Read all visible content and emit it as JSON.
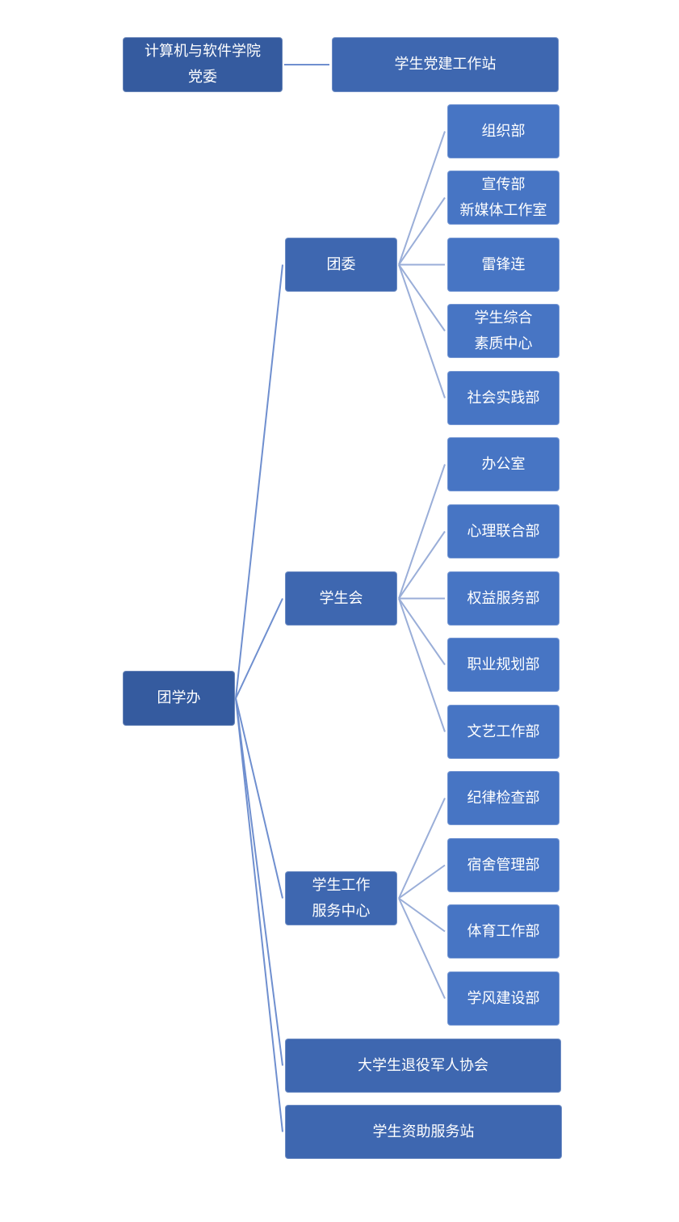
{
  "root": {
    "label": "计算机与软件学院\n党委"
  },
  "party_station": {
    "label": "学生党建工作站"
  },
  "office": {
    "label": "团学办"
  },
  "branches": [
    {
      "label": "团委",
      "children": [
        "组织部",
        "宣传部\n新媒体工作室",
        "雷锋连",
        "学生综合\n素质中心",
        "社会实践部"
      ]
    },
    {
      "label": "学生会",
      "children": [
        "办公室",
        "心理联合部",
        "权益服务部",
        "职业规划部",
        "文艺工作部"
      ]
    },
    {
      "label": "学生工作\n服务中心",
      "children": [
        "纪律检查部",
        "宿舍管理部",
        "体育工作部",
        "学风建设部"
      ]
    },
    {
      "label": "大学生退役军人协会",
      "children": []
    },
    {
      "label": "学生资助服务站",
      "children": []
    }
  ],
  "colors": {
    "level1": "#355b9f",
    "level2": "#3e67b0",
    "level3": "#4775c4",
    "main_line": "#6f8fcf",
    "sub_line": "#9aaed8"
  }
}
